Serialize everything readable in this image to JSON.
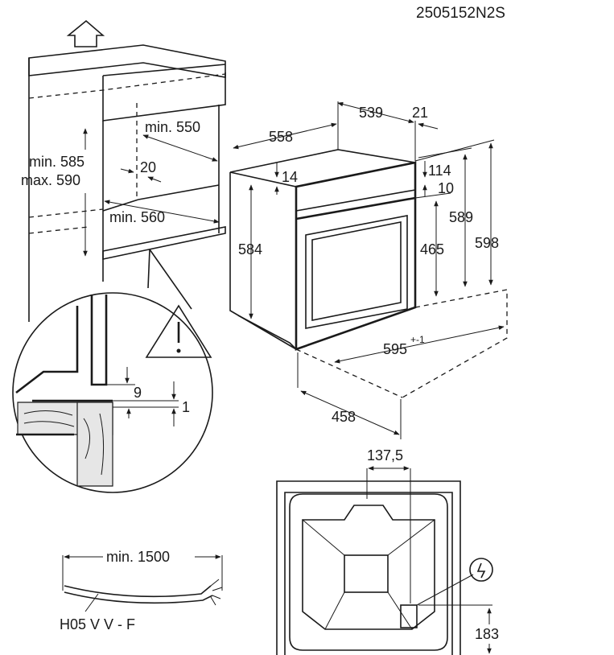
{
  "reference_code": "2505152N2S",
  "cabinet": {
    "height_min": "min. 585",
    "height_max": "max. 590",
    "depth_min": "min. 550",
    "gap": "20",
    "width_min": "min. 560"
  },
  "detail": {
    "offset_a": "9",
    "offset_b": "1"
  },
  "oven": {
    "depth_total": "558",
    "depth_body": "539",
    "front_thickness": "21",
    "top_offset": "14",
    "body_height": "584",
    "front_top": "114",
    "front_gap": "10",
    "door_height": "465",
    "height_inner": "589",
    "height_total": "598",
    "width_value": "595",
    "width_tolerance": "+-1",
    "depth_bottom": "458"
  },
  "socket": {
    "offset_x": "137,5",
    "offset_y": "183"
  },
  "cable": {
    "length_min": "min. 1500",
    "type": "H05 V V - F"
  },
  "icons": [
    "arrow-up-icon",
    "warning-icon",
    "electric-plug-icon"
  ]
}
